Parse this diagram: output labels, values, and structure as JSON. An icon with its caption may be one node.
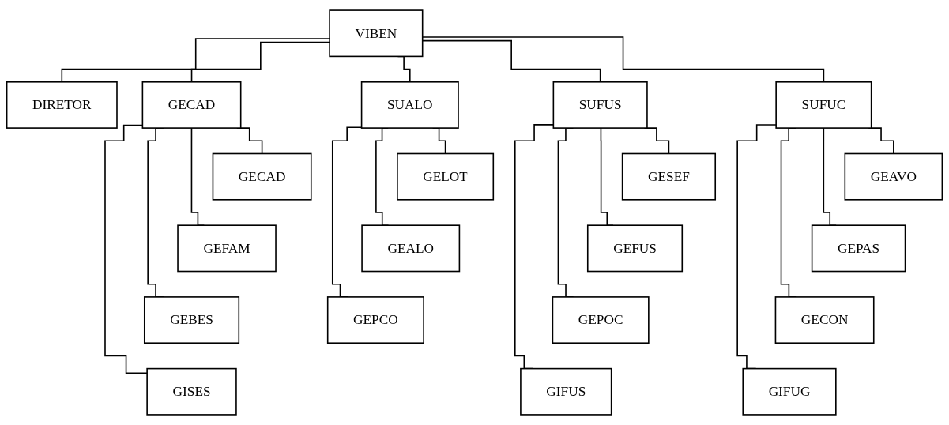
{
  "diagram": {
    "nodes": [
      {
        "text": [
          "VIBEN"
        ]
      },
      {
        "text": [
          "DIRETOR"
        ]
      },
      {
        "text": [
          "GECAD"
        ]
      },
      {
        "text": [
          "SUFUS"
        ]
      },
      {
        "text": [
          "SUALO"
        ]
      },
      {
        "text": [
          "SUFUC"
        ]
      },
      {
        "text": [
          "GECAD"
        ]
      },
      {
        "text": [
          "GEFAM"
        ]
      },
      {
        "text": [
          "GEBES"
        ]
      },
      {
        "text": [
          "GISES"
        ]
      },
      {
        "text": [
          "GESEF"
        ]
      },
      {
        "text": [
          "GEFUS"
        ]
      },
      {
        "text": [
          "GEPOC"
        ]
      },
      {
        "text": [
          "GIFUS"
        ]
      },
      {
        "text": [
          "GELOT"
        ]
      },
      {
        "text": [
          "GEALO"
        ]
      },
      {
        "text": [
          "GEPCO"
        ]
      },
      {
        "text": [
          "GEAVO"
        ]
      },
      {
        "text": [
          "GEPAS"
        ]
      },
      {
        "text": [
          "GECON"
        ]
      },
      {
        "text": [
          "GIFUG"
        ]
      }
    ],
    "edges": [
      {
        "from": 0,
        "to": 1,
        "arrow": "none"
      },
      {
        "from": 0,
        "to": 2,
        "arrow": "none"
      },
      {
        "from": 0,
        "to": 3,
        "arrow": "none"
      },
      {
        "from": 0,
        "to": 4,
        "arrow": "none"
      },
      {
        "from": 0,
        "to": 5,
        "arrow": "none"
      },
      {
        "from": 2,
        "to": 6,
        "arrow": "none"
      },
      {
        "from": 2,
        "to": 7,
        "arrow": "none"
      },
      {
        "from": 2,
        "to": 8,
        "arrow": "none"
      },
      {
        "from": 2,
        "to": 9,
        "arrow": "none"
      },
      {
        "from": 3,
        "to": 10,
        "arrow": "none"
      },
      {
        "from": 3,
        "to": 11,
        "arrow": "none"
      },
      {
        "from": 3,
        "to": 12,
        "arrow": "none"
      },
      {
        "from": 3,
        "to": 13,
        "arrow": "none"
      },
      {
        "from": 4,
        "to": 14,
        "arrow": "none"
      },
      {
        "from": 4,
        "to": 15,
        "arrow": "none"
      },
      {
        "from": 4,
        "to": 16,
        "arrow": "none"
      },
      {
        "from": 5,
        "to": 17,
        "arrow": "none"
      },
      {
        "from": 5,
        "to": 18,
        "arrow": "none"
      },
      {
        "from": 5,
        "to": 19,
        "arrow": "none"
      },
      {
        "from": 5,
        "to": 20,
        "arrow": "none"
      }
    ]
  }
}
